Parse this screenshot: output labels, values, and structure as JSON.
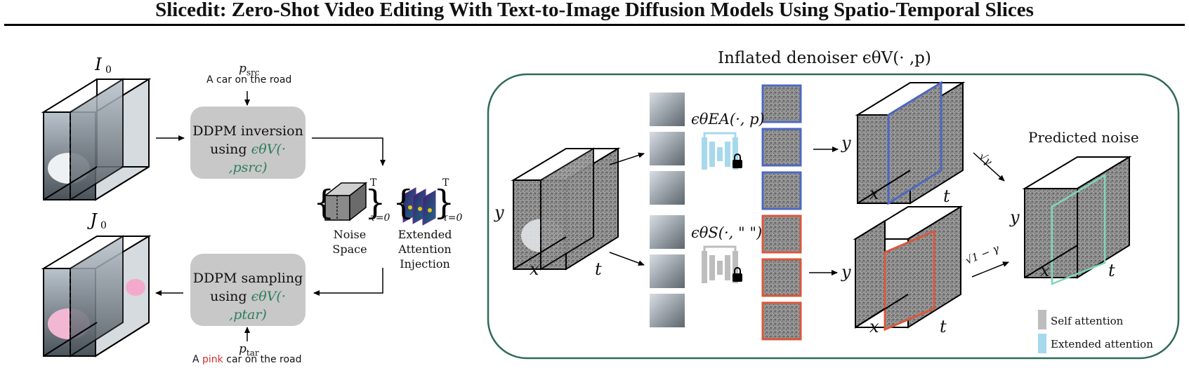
{
  "title": "Slicedit: Zero-Shot Video Editing With Text-to-Image Diffusion Models Using Spatio-Temporal Slices",
  "left": {
    "source_video_label": "I₀",
    "edited_video_label": "J₀",
    "source_prompt_symbol": "p",
    "source_prompt_sub": "src",
    "source_prompt_text": "A car on the road",
    "target_prompt_symbol": "p",
    "target_prompt_sub": "tar",
    "target_prompt_before": "A ",
    "target_prompt_highlight": "pink",
    "target_prompt_after": " car on the road",
    "inversion_box_line1": "DDPM inversion",
    "inversion_box_using": "using ",
    "inversion_box_fn": "ϵθV(· ,psrc)",
    "sampling_box_line1": "DDPM sampling",
    "sampling_box_using": "using ",
    "sampling_box_fn": "ϵθV(· ,ptar)",
    "noise_space_label_1": "Noise",
    "noise_space_label_2": "Space",
    "attention_label_1": "Extended",
    "attention_label_2": "Attention",
    "attention_label_3": "Injection",
    "brace_top": "T",
    "brace_bottom": "τ=0"
  },
  "right": {
    "panel_title": "Inflated denoiser ϵθV(· ,p)",
    "ea_fn": "ϵθEA(·, p)",
    "s_fn": "ϵθS(·, \" \")",
    "axis_x": "x",
    "axis_y": "y",
    "axis_t": "t",
    "predicted_noise_label": "Predicted noise",
    "weight_top": "√γ",
    "weight_bottom": "√1 − γ",
    "legend": [
      {
        "label": "Self attention",
        "color": "#bdbdbd"
      },
      {
        "label": "Extended attention",
        "color": "#a6d8ee"
      }
    ]
  },
  "colors": {
    "panel_border": "#2e6b52",
    "blue_frame": "#4d68c0",
    "red_frame": "#d9573b",
    "teal_slice": "#7fd6be",
    "green_text": "#2e7d5b",
    "red_text": "#d32f2f"
  }
}
